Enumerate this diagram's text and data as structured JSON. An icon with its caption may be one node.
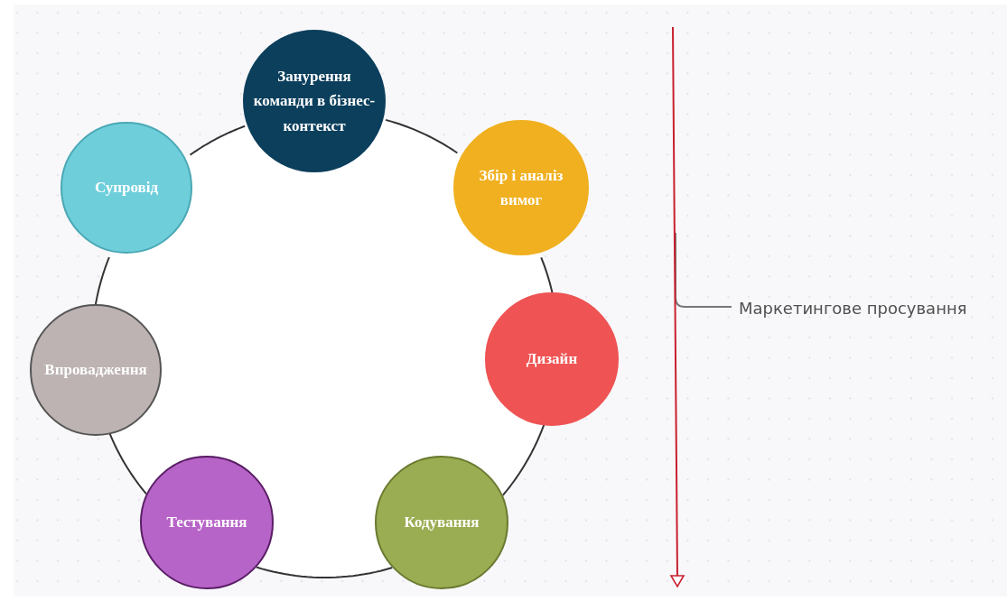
{
  "diagram": {
    "nodes": [
      {
        "text": [
          "Занурення команди в бізнес-контекст"
        ]
      },
      {
        "text": [
          "Збір і аналіз вимог"
        ]
      },
      {
        "text": [
          "Дизайн"
        ]
      },
      {
        "text": [
          "Кодування"
        ]
      },
      {
        "text": [
          "Тестування"
        ]
      },
      {
        "text": [
          "Впровадження"
        ]
      },
      {
        "text": [
          "Супровід"
        ]
      },
      {
        "text": [
          "Маркетингове просування"
        ]
      }
    ],
    "edges": [
      {
        "from": 0,
        "to": 1,
        "arrow": "none"
      },
      {
        "from": 1,
        "to": 2,
        "arrow": "none"
      },
      {
        "from": 2,
        "to": 3,
        "arrow": "none"
      },
      {
        "from": 3,
        "to": 4,
        "arrow": "none"
      },
      {
        "from": 4,
        "to": 5,
        "arrow": "none"
      },
      {
        "from": 5,
        "to": 6,
        "arrow": "none"
      },
      {
        "from": 6,
        "to": 0,
        "arrow": "none"
      },
      {
        "from": 7,
        "to": null,
        "arrow": "none",
        "color": "#777777"
      }
    ]
  }
}
